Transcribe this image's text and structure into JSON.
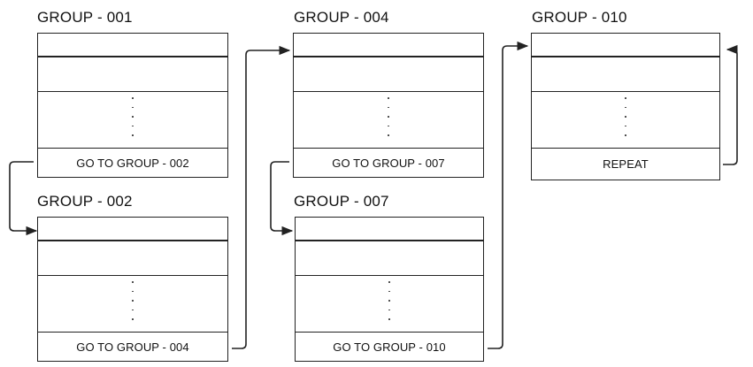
{
  "groups": {
    "g001": {
      "title": "GROUP - 001",
      "label": "GO TO GROUP - 002"
    },
    "g002": {
      "title": "GROUP - 002",
      "label": "GO TO GROUP - 004"
    },
    "g004": {
      "title": "GROUP - 004",
      "label": "GO TO GROUP - 007"
    },
    "g007": {
      "title": "GROUP - 007",
      "label": "GO TO GROUP - 010"
    },
    "g010": {
      "title": "GROUP - 010",
      "label": "REPEAT"
    }
  },
  "colors": {
    "line": "#222222",
    "text": "#111111",
    "background": "#ffffff"
  }
}
